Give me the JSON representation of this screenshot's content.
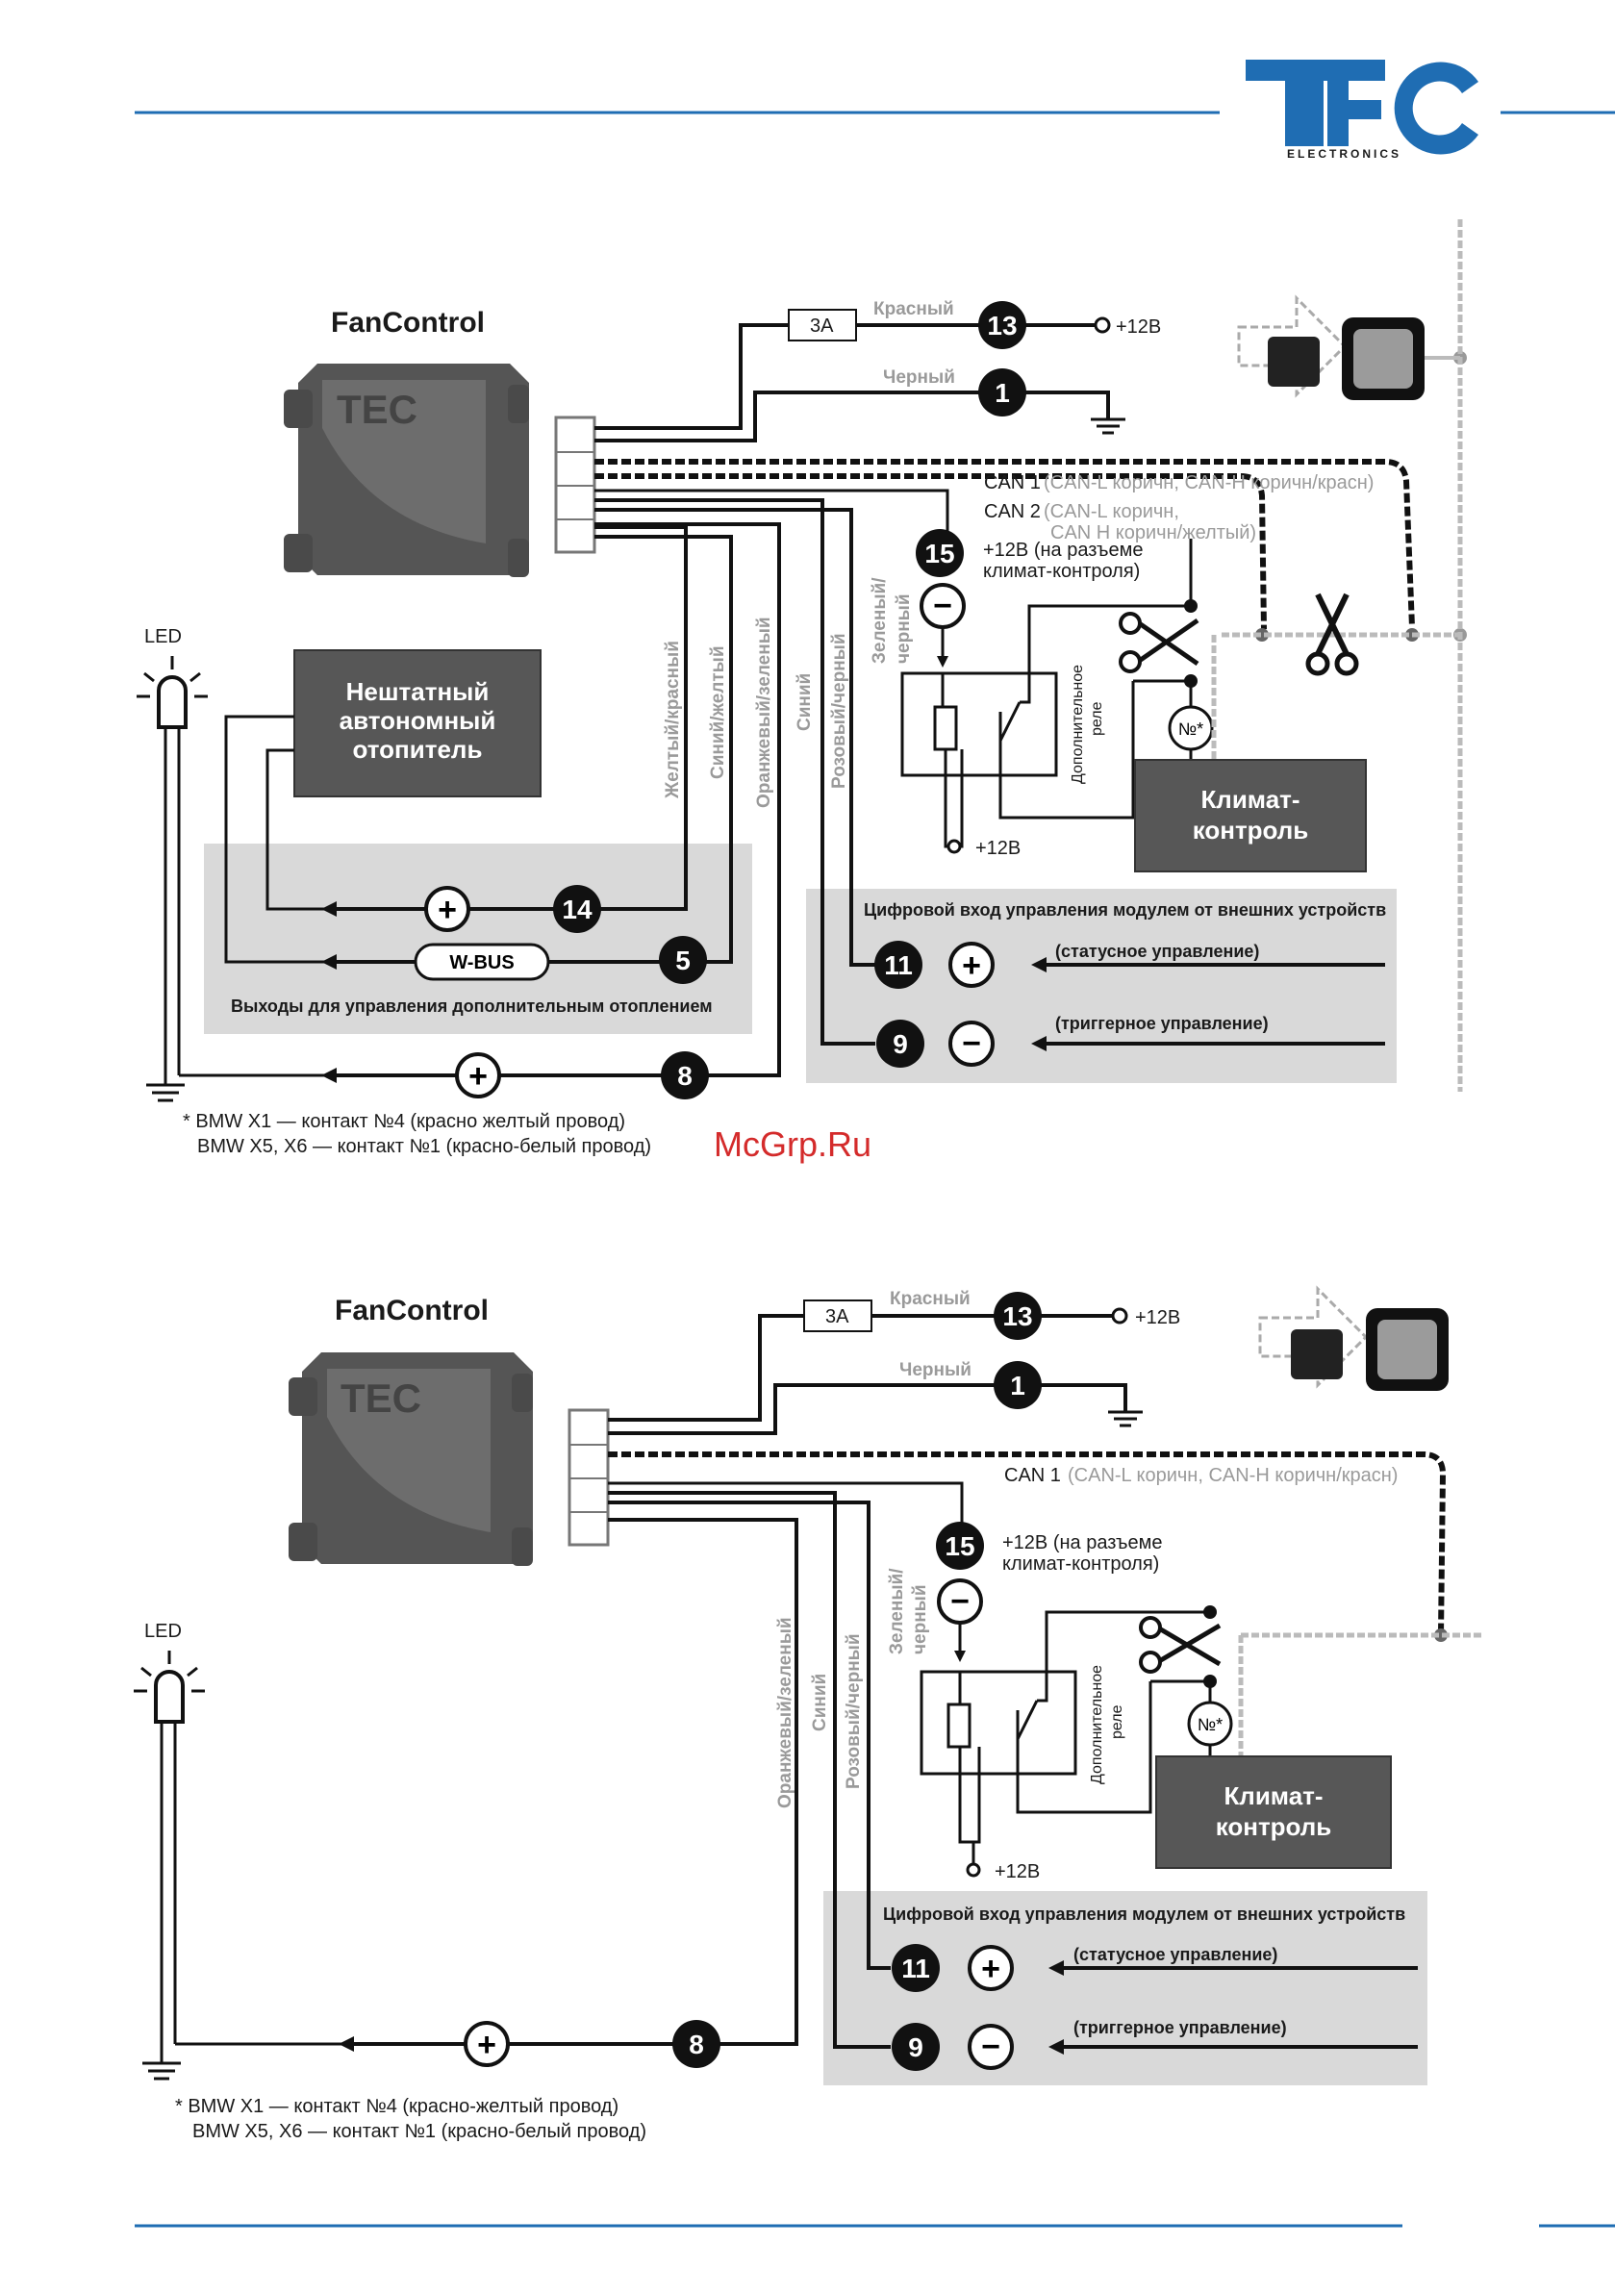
{
  "brand": {
    "logo_text": "TEC",
    "logo_sub": "ELECTRONICS",
    "color_blue": "#1f6db3"
  },
  "watermark": "McGrp.Ru",
  "diagram1": {
    "title": "FanControl",
    "fuse": "3A",
    "wire_red": "Красный",
    "wire_black": "Черный",
    "plus12": "+12В",
    "can1_a": "CAN 1",
    "can1_b": "(CAN-L коричн, CAN-H коричн/красн)",
    "can2_a": "CAN 2",
    "can2_b": "(CAN-L коричн,",
    "can2_c": "CAN H коричн/желтый)",
    "p15_a": "+12В (на разъеме",
    "p15_b": "климат-контроля)",
    "wire_green_a": "Зеленый/",
    "wire_green_b": "черный",
    "wire_yellow_red": "Желтый/красный",
    "wire_blue_yellow": "Синий/желтый",
    "wire_orange_green": "Оранжевый/зеленый",
    "wire_blue": "Синий",
    "wire_pink_black": "Розовый/черный",
    "relay_a": "Дополнительное",
    "relay_b": "реле",
    "num_star": "№*",
    "climate_a": "Климат-",
    "climate_b": "контроль",
    "heater_a": "Нештатный",
    "heater_b": "автономный",
    "heater_c": "отопитель",
    "led": "LED",
    "wbus": "W-BUS",
    "outputs_caption": "Выходы для управления дополнительным отоплением",
    "digital_caption": "Цифровой вход управления модулем от внешних устройств",
    "status_ctrl": "(статусное управление)",
    "trigger_ctrl": "(триггерное управление)",
    "plus12_relay": "+12В",
    "note1": "* BMW X1 — контакт №4 (красно желтый провод)",
    "note2": "BMW X5, X6 — контакт №1 (красно-белый провод)",
    "pins": {
      "p13": "13",
      "p1": "1",
      "p15": "15",
      "p14": "14",
      "p5": "5",
      "p8": "8",
      "p11": "11",
      "p9": "9"
    },
    "plus_sign": "+",
    "minus_sign": "−"
  },
  "diagram2": {
    "title": "FanControl",
    "fuse": "3A",
    "wire_red": "Красный",
    "wire_black": "Черный",
    "plus12": "+12В",
    "can1_a": "CAN 1",
    "can1_b": "(CAN-L коричн, CAN-H коричн/красн)",
    "p15_a": "+12В (на разъеме",
    "p15_b": "климат-контроля)",
    "wire_green_a": "Зеленый/",
    "wire_green_b": "черный",
    "wire_orange_green": "Оранжевый/зеленый",
    "wire_blue": "Синий",
    "wire_pink_black": "Розовый/черный",
    "relay_a": "Дополнительное",
    "relay_b": "реле",
    "num_star": "№*",
    "climate_a": "Климат-",
    "climate_b": "контроль",
    "led": "LED",
    "digital_caption": "Цифровой вход управления модулем от внешних устройств",
    "status_ctrl": "(статусное управление)",
    "trigger_ctrl": "(триггерное управление)",
    "plus12_relay": "+12В",
    "note1": "* BMW X1 — контакт №4 (красно-желтый провод)",
    "note2": "BMW X5, X6 — контакт №1 (красно-белый провод)",
    "pins": {
      "p13": "13",
      "p1": "1",
      "p15": "15",
      "p8": "8",
      "p11": "11",
      "p9": "9"
    },
    "plus_sign": "+",
    "minus_sign": "−"
  }
}
